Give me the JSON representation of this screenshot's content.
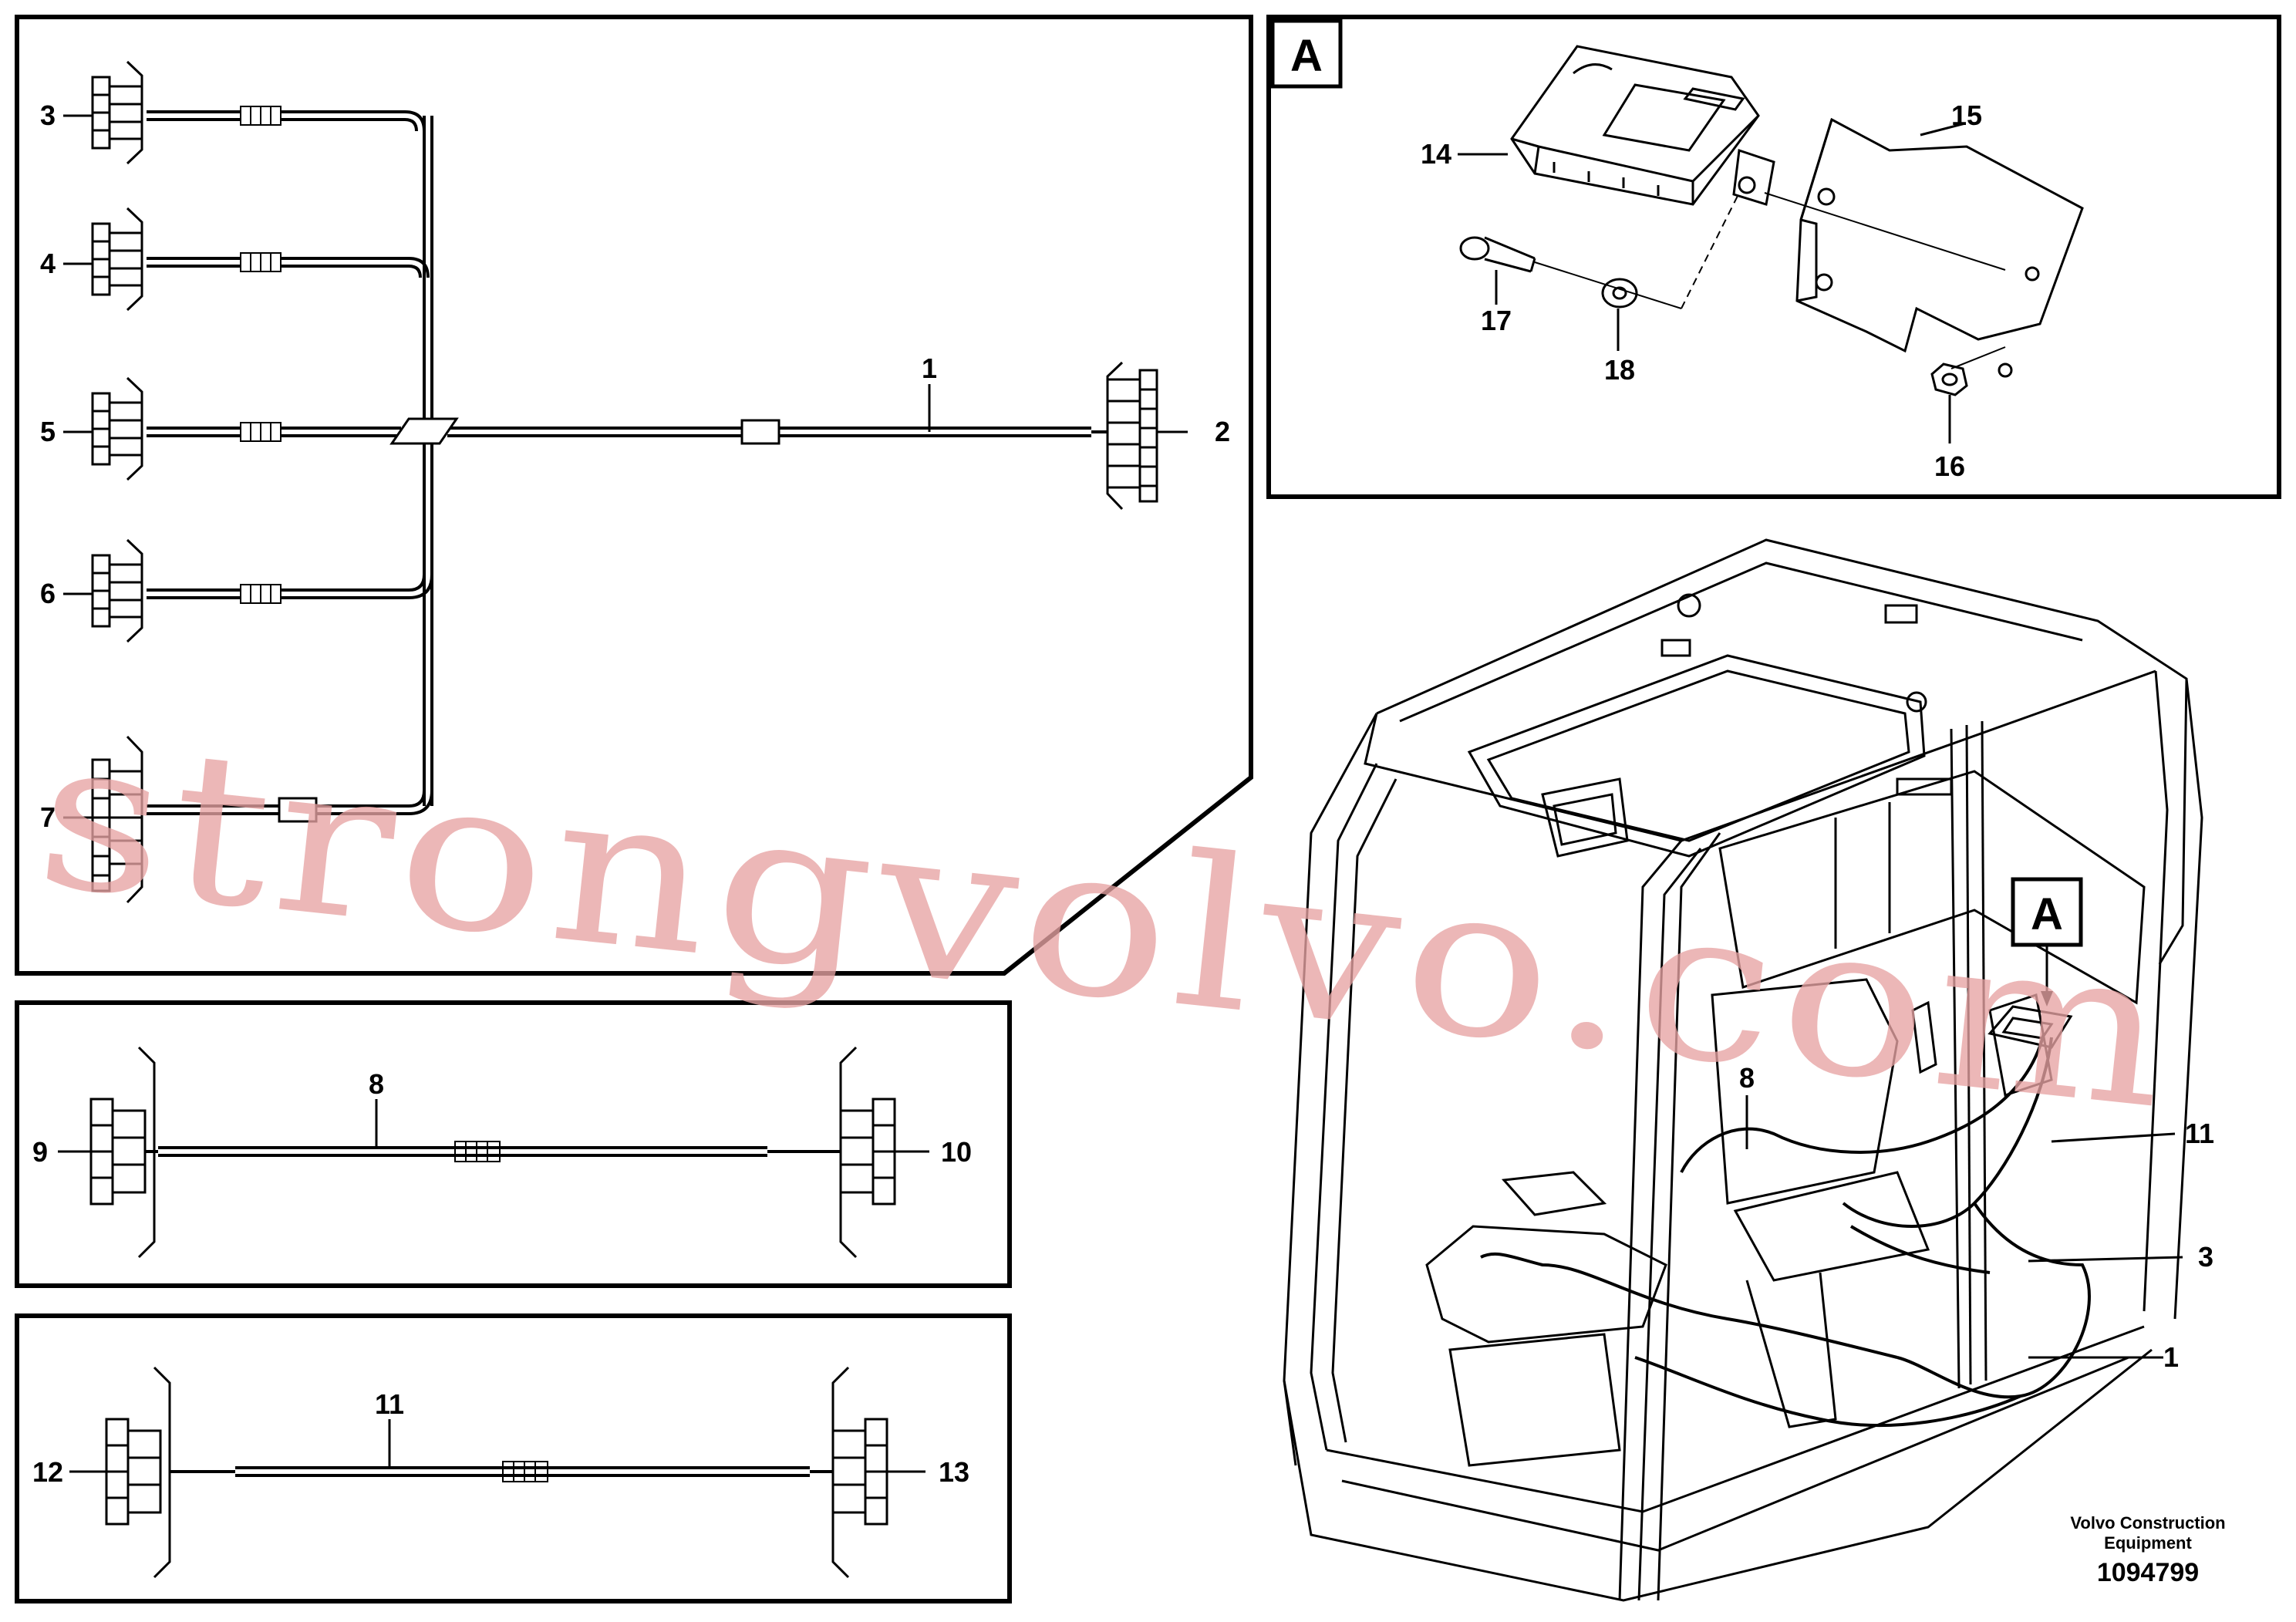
{
  "detail_tags": {
    "detail_panel": "A",
    "cab_callout": "A"
  },
  "callouts": {
    "c1": "1",
    "c2": "2",
    "c3": "3",
    "c4": "4",
    "c5": "5",
    "c6": "6",
    "c7": "7",
    "c8": "8",
    "c9": "9",
    "c10": "10",
    "c11": "11",
    "c12": "12",
    "c13": "13",
    "c14": "14",
    "c15": "15",
    "c16": "16",
    "c17": "17",
    "c18": "18",
    "cab_8": "8",
    "cab_11": "11",
    "cab_3": "3",
    "cab_1": "1"
  },
  "brand": {
    "line1": "Volvo Construction",
    "line2": "Equipment"
  },
  "document_number": "1094799",
  "watermark": "strongvolvo.com"
}
